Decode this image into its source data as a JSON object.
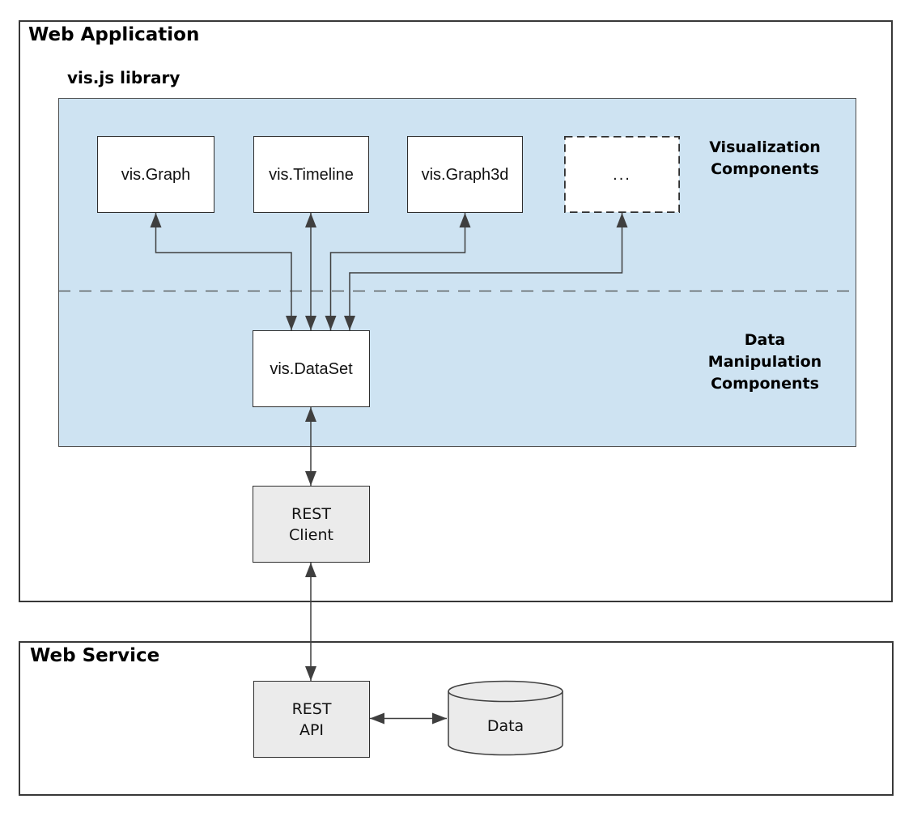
{
  "colors": {
    "panel_fill": "#cee3f2",
    "node_gray_fill": "#ebebeb",
    "node_white_fill": "#ffffff",
    "line": "#3f3f3f",
    "text": "#000000"
  },
  "web_application": {
    "title": "Web Application",
    "library_label": "vis.js library",
    "viz_section_label": "Visualization\nComponents",
    "data_section_label": "Data\nManipulation\nComponents",
    "viz_components": [
      "vis.Graph",
      "vis.Timeline",
      "vis.Graph3d",
      "..."
    ],
    "dataset_label": "vis.DataSet",
    "rest_client_label": "REST\nClient"
  },
  "web_service": {
    "title": "Web Service",
    "rest_api_label": "REST\nAPI",
    "data_store_label": "Data"
  }
}
